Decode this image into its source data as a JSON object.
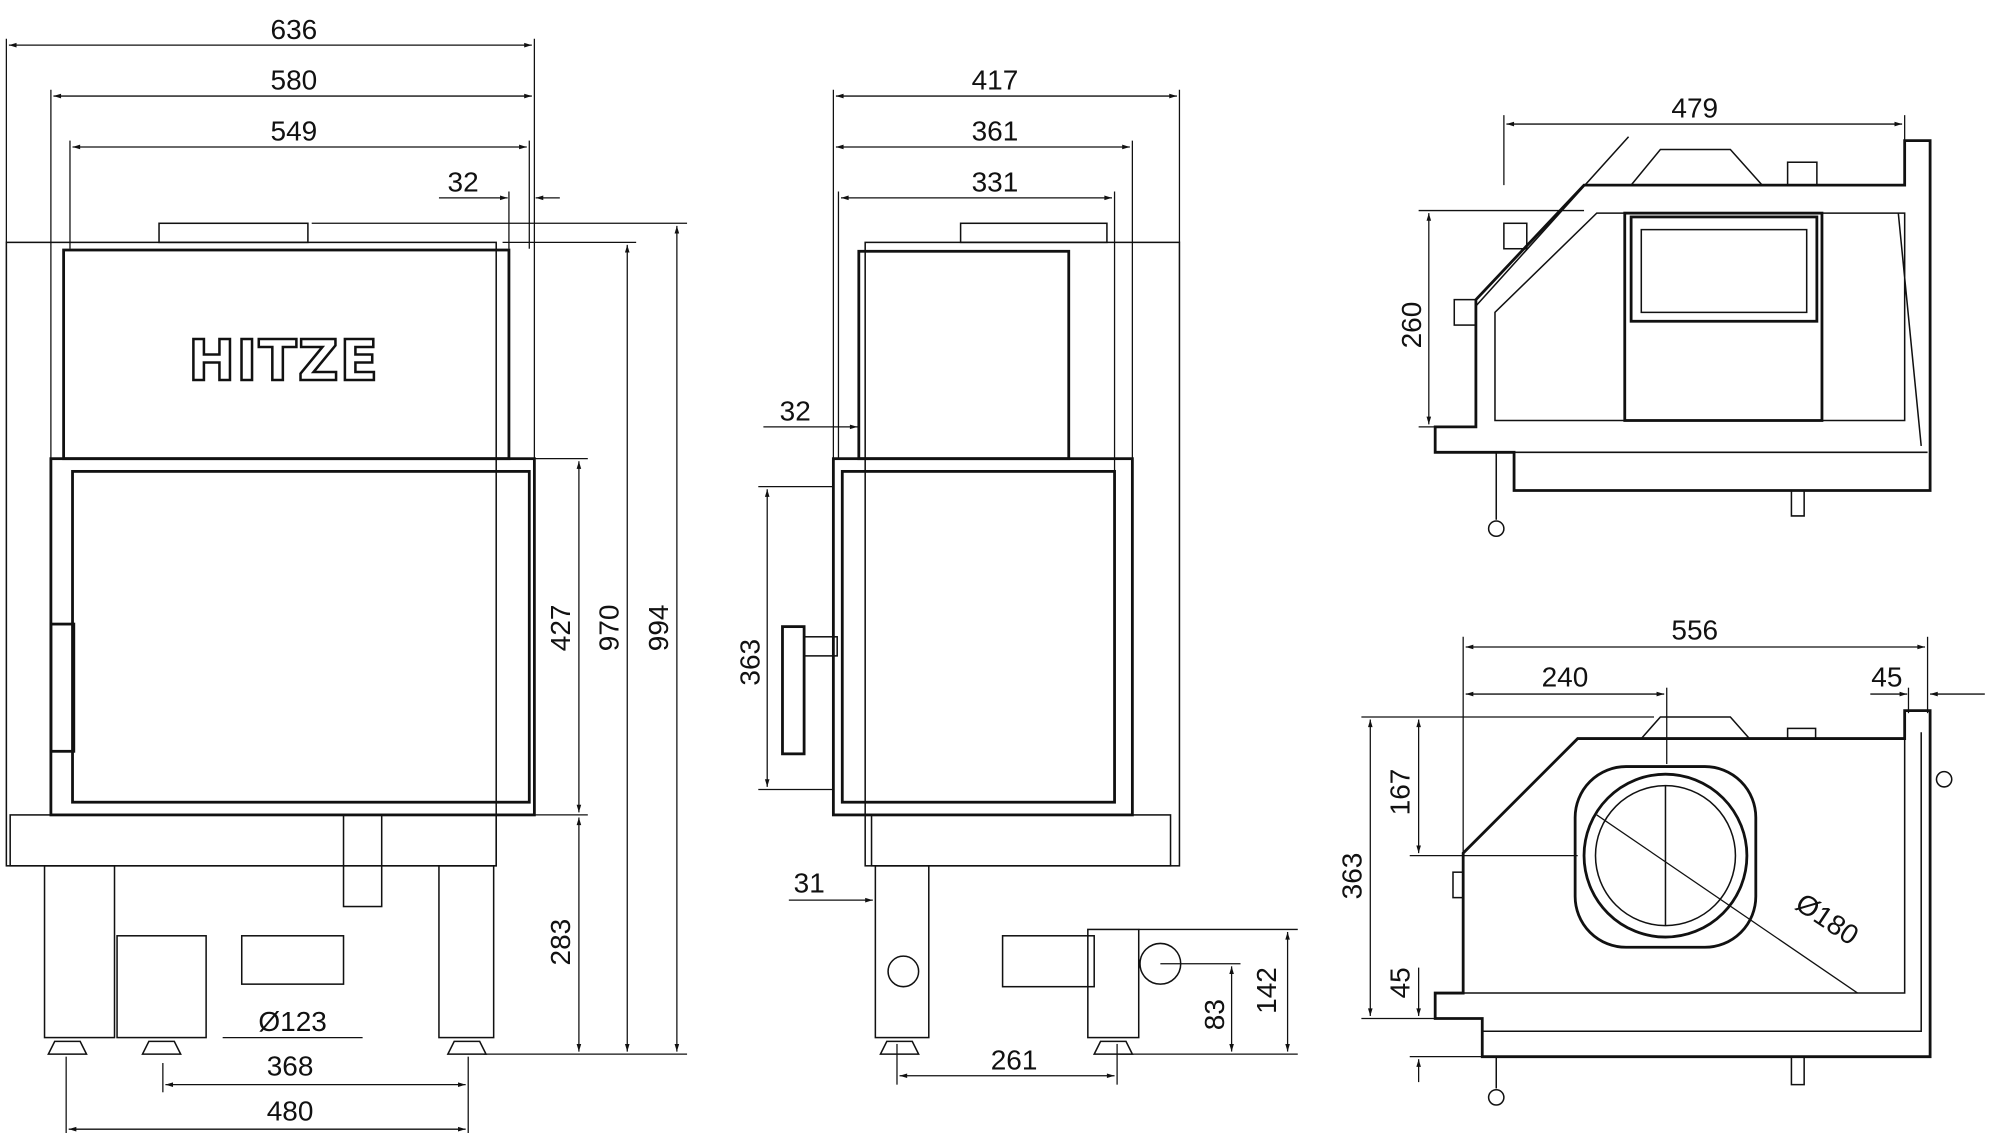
{
  "logo": "HITZE",
  "front_view": {
    "dims": [
      "636",
      "580",
      "549",
      "32",
      "427",
      "970",
      "994",
      "283",
      "368",
      "480"
    ],
    "diameter_label": "Ø123"
  },
  "side_view": {
    "dims": [
      "417",
      "361",
      "331",
      "32",
      "363",
      "31",
      "261",
      "83",
      "142"
    ]
  },
  "top_view": {
    "dims": [
      "479",
      "260"
    ]
  },
  "plan_view": {
    "dims": [
      "556",
      "240",
      "45",
      "167",
      "363",
      "45"
    ],
    "diameter_label": "Ø180"
  },
  "colors": {
    "line": "#111111",
    "background": "#ffffff"
  }
}
